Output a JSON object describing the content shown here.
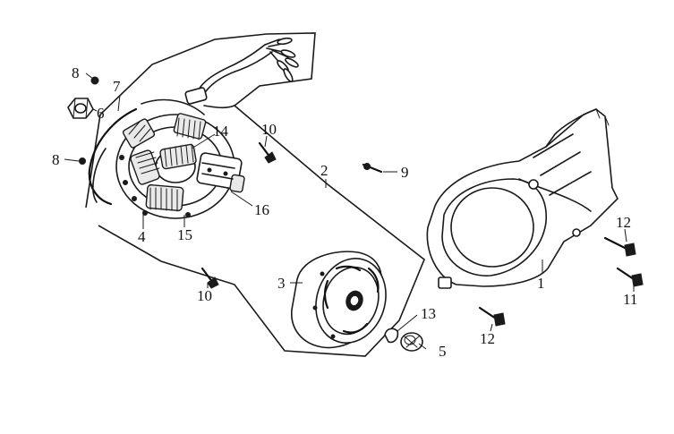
{
  "diagram": {
    "callouts": {
      "c1": "1",
      "c2": "2",
      "c3": "3",
      "c4": "4",
      "c5": "5",
      "c6": "6",
      "c7": "7",
      "c8a": "8",
      "c8b": "8",
      "c9": "9",
      "c10a": "10",
      "c10b": "10",
      "c11": "11",
      "c12a": "12",
      "c12b": "12",
      "c13": "13",
      "c14": "14",
      "c15": "15",
      "c16": "16"
    }
  }
}
